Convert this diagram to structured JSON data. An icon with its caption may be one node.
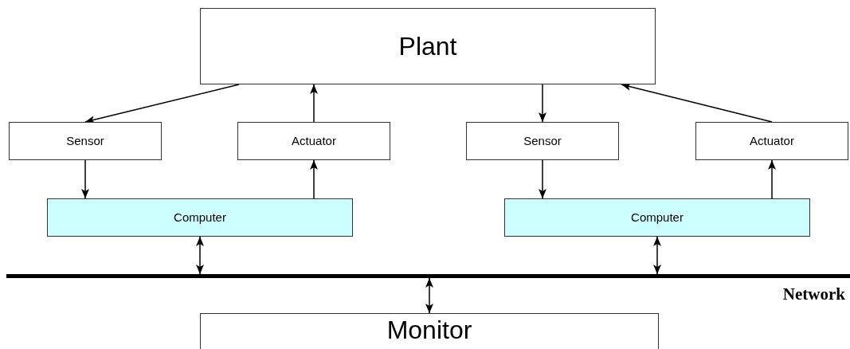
{
  "diagram": {
    "nodes": [
      {
        "text": [
          "Plant"
        ]
      },
      {
        "text": [
          "Sensor"
        ]
      },
      {
        "text": [
          "Actuator"
        ]
      },
      {
        "text": [
          "Sensor"
        ]
      },
      {
        "text": [
          "Actuator"
        ]
      },
      {
        "text": [
          "Computer"
        ]
      },
      {
        "text": [
          "Computer"
        ]
      },
      {
        "text": [],
        "shape": "bar",
        "beside": [
          "Network"
        ]
      },
      {
        "text": [
          "Monitor"
        ]
      }
    ],
    "edges": [
      {
        "from": 0,
        "to": 1,
        "arrow": "to"
      },
      {
        "from": 2,
        "to": 0,
        "arrow": "to"
      },
      {
        "from": 0,
        "to": 3,
        "arrow": "to"
      },
      {
        "from": 4,
        "to": 0,
        "arrow": "to"
      },
      {
        "from": 1,
        "to": 5,
        "arrow": "to"
      },
      {
        "from": 5,
        "to": 2,
        "arrow": "to"
      },
      {
        "from": 3,
        "to": 6,
        "arrow": "to"
      },
      {
        "from": 6,
        "to": 4,
        "arrow": "to"
      },
      {
        "from": 5,
        "to": 7,
        "arrow": "both"
      },
      {
        "from": 6,
        "to": 7,
        "arrow": "both"
      },
      {
        "from": 7,
        "to": 8,
        "arrow": "both"
      }
    ]
  }
}
